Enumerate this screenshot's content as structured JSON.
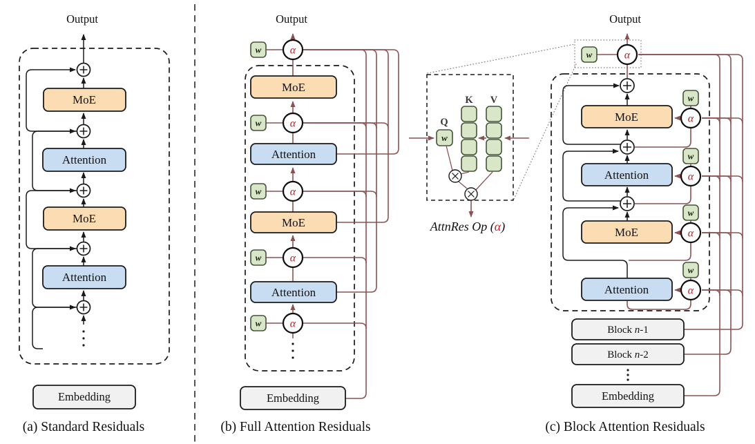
{
  "figure": "transformer residual architectures comparison",
  "labels": {
    "output": "Output",
    "moe": "MoE",
    "attention": "Attention",
    "embedding": "Embedding",
    "w": "w",
    "alpha": "α",
    "q": "Q",
    "k": "K",
    "v": "V",
    "block_prefix": "Block ",
    "block_n": "n",
    "block_n1_suffix": "-1",
    "block_n2_suffix": "-2",
    "attnres_prefix": "AttnRes Op (",
    "attnres_alpha": "α",
    "attnres_suffix": ")",
    "caption_a": "(a) Standard Residuals",
    "caption_b": "(b) Full Attention Residuals",
    "caption_c": "(c) Block Attention Residuals"
  },
  "colors": {
    "maroon": "#8a5252",
    "wire": "#1a1a1a",
    "moe_fill": "#fbdcb3",
    "attention_fill": "#c8dcf2",
    "green_fill": "#d9e7c8",
    "green_stroke": "#44543a",
    "gray_fill": "#f1f1f1",
    "alpha_red": "#c22121",
    "dotted": "#777777"
  }
}
